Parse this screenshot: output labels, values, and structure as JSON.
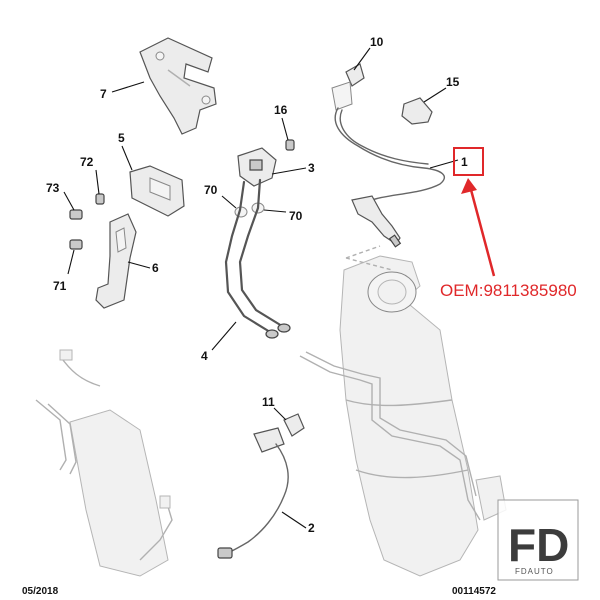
{
  "callouts": {
    "c1": "1",
    "c2": "2",
    "c3": "3",
    "c4": "4",
    "c5": "5",
    "c6": "6",
    "c7": "7",
    "c10": "10",
    "c11": "11",
    "c15": "15",
    "c16": "16",
    "c70a": "70",
    "c70b": "70",
    "c71": "71",
    "c72": "72",
    "c73": "73"
  },
  "annotation": {
    "oem_text": "OEM:9811385980",
    "color": "#e0282a"
  },
  "footer": {
    "date": "05/2018",
    "reference": "00114572"
  },
  "watermark": {
    "logo": "FD",
    "caption": "FDAUTO"
  }
}
